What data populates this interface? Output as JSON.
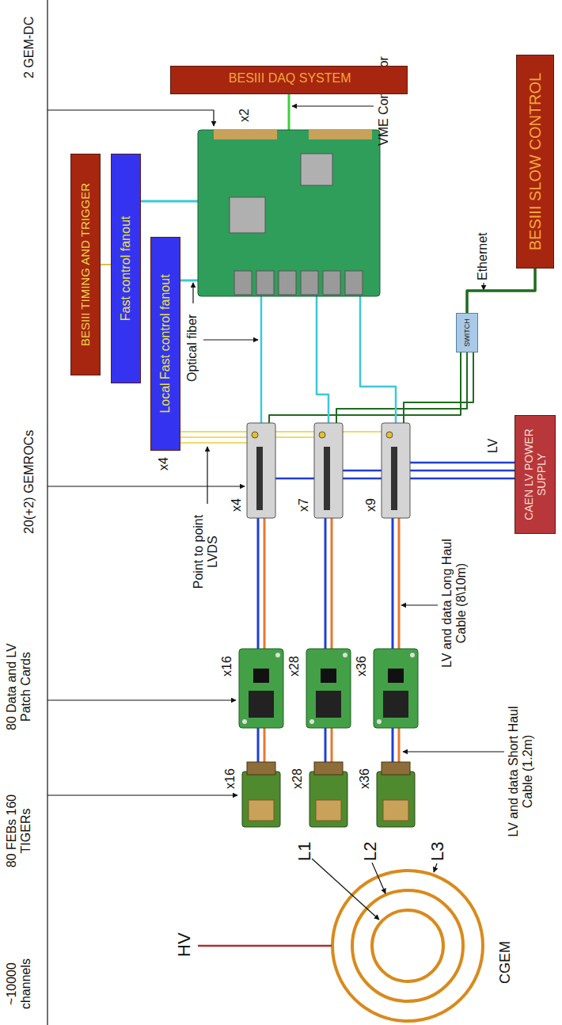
{
  "diagram": {
    "nodes": [
      {
        "text": [
          "BESIII DAQ SYSTEM"
        ]
      },
      {
        "text": [
          "BESIII TIMING AND TRIGGER"
        ]
      },
      {
        "text": [
          "Fast control fanout"
        ]
      },
      {
        "text": [
          "Local Fast control fanout"
        ]
      },
      {
        "text": [
          "SWITCH"
        ]
      },
      {
        "text": [
          "BESIII SLOW CONTROL"
        ]
      },
      {
        "text": [
          "CAEN LV POWER SUPPLY"
        ]
      }
    ],
    "edges": [
      {
        "from": 1,
        "to": 2,
        "arrow": "none"
      },
      {
        "from": 4,
        "to": 5,
        "arrow": "none"
      }
    ],
    "labels": [
      "~10000 channels",
      "80 FEBs 160 TIGERs",
      "80 Data and LV Patch Cards",
      "20(+2) GEMROCs",
      "2 GEM-DC",
      "HV",
      "L1",
      "L2",
      "L3",
      "CGEM",
      "LV and data Short Haul Cable (1.2m)",
      "x16",
      "x28",
      "x36",
      "x16",
      "x28",
      "x36",
      "LV and data Long Haul Cable (8\\10m)",
      "x4",
      "x7",
      "x9",
      "Point to point LVDS",
      "x4",
      "LV",
      "Optical fiber",
      "x2",
      "VME Connector",
      "Ethernet"
    ]
  }
}
